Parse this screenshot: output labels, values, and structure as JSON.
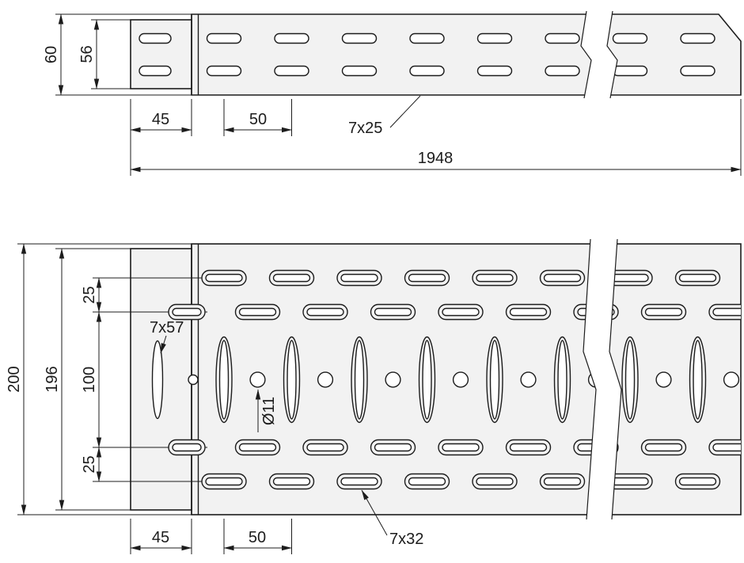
{
  "colors": {
    "line": "#1c1c1c",
    "part_fill": "#f2f2f2",
    "hole_fill": "#ffffff",
    "background": "#ffffff"
  },
  "top_view": {
    "height_outer": "60",
    "height_inner": "56",
    "end_length": "45",
    "slot_pitch": "50",
    "slot_size_label": "7x25",
    "total_length": "1948"
  },
  "bottom_view": {
    "width_outer": "200",
    "width_inner": "196",
    "row_offset_top": "25",
    "row_spacing_middle": "100",
    "row_offset_bottom": "25",
    "side_slot_label": "7x57",
    "hole_diameter_label": "Ø11",
    "end_length": "45",
    "slot_pitch": "50",
    "bottom_slot_label": "7x32"
  }
}
